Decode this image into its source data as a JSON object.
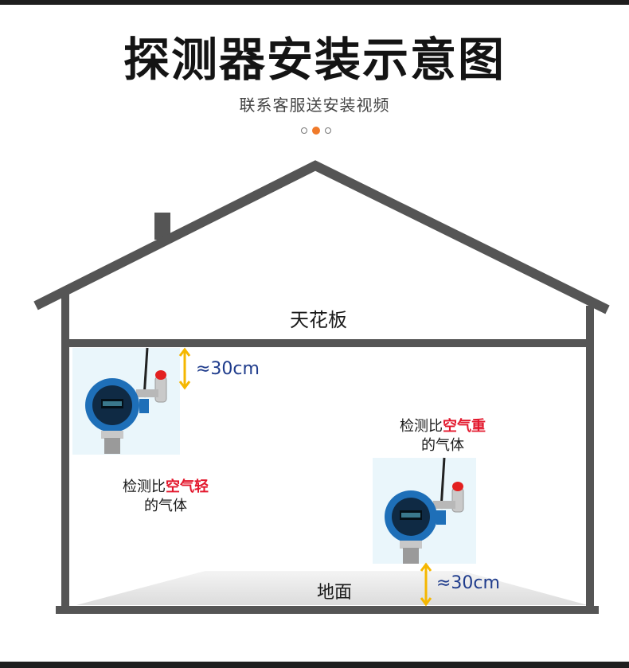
{
  "header": {
    "title": "探测器安装示意图",
    "subtitle": "联系客服送安装视频"
  },
  "carousel": {
    "dot_count": 3,
    "active_index": 1
  },
  "house": {
    "ceiling_label": "天花板",
    "floor_label": "地面"
  },
  "detector_top": {
    "distance_label": "≈30cm",
    "note_prefix": "检测比",
    "note_highlight": "空气轻",
    "note_suffix": "的气体"
  },
  "detector_bottom": {
    "distance_label": "≈30cm",
    "note_prefix": "检测比",
    "note_highlight": "空气重",
    "note_suffix": "的气体"
  },
  "colors": {
    "house_outline": "#555555",
    "arrow": "#f5b700",
    "distance_text": "#1f3c8c",
    "highlight": "#e3182d",
    "device_body": "#1e6fb8",
    "device_bg": "#eaf6fb",
    "active_dot": "#f07a2a"
  }
}
